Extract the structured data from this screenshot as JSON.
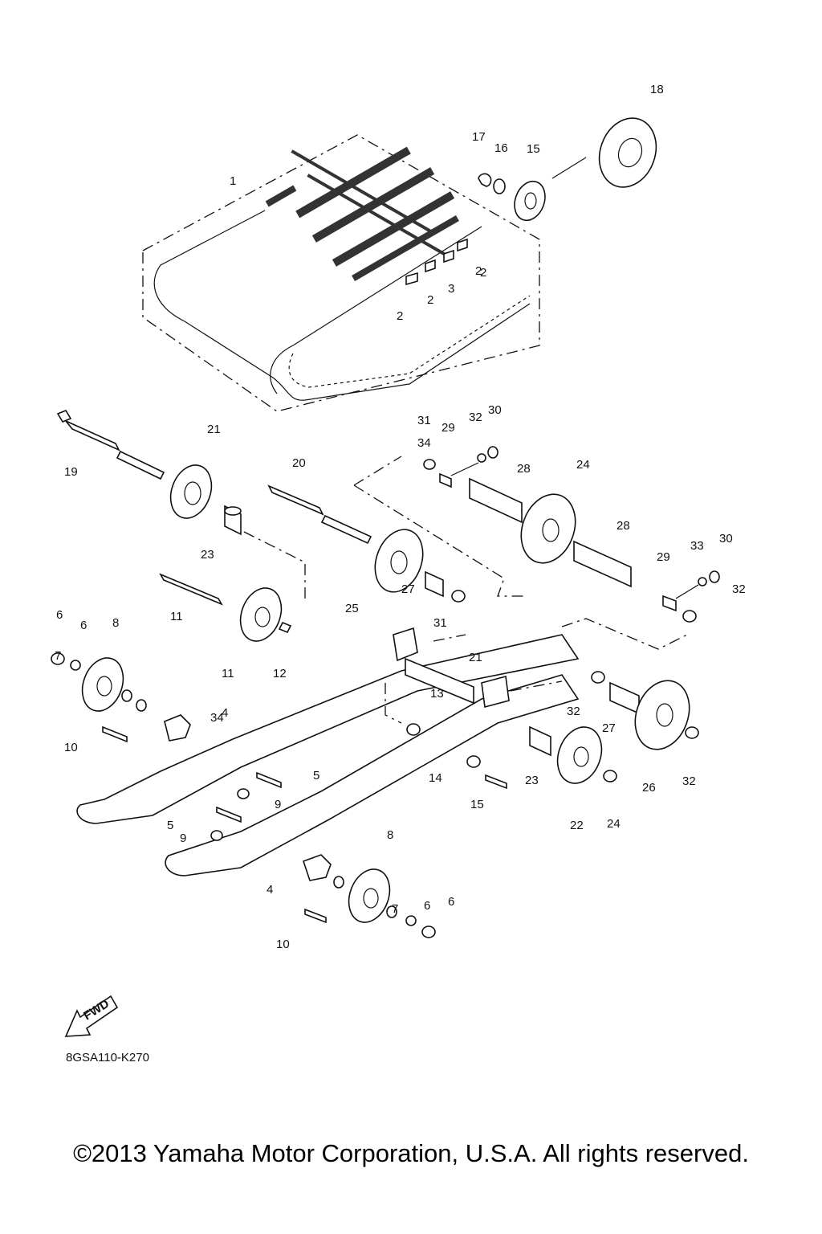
{
  "diagram": {
    "ref_code": "8GSA110-K270",
    "direction_badge": "FWD",
    "copyright": "©2013 Yamaha Motor Corporation, U.S.A. All rights reserved.",
    "callouts": [
      "1",
      "2",
      "2",
      "2",
      "2",
      "3",
      "4",
      "4",
      "5",
      "5",
      "6",
      "6",
      "6",
      "6",
      "7",
      "7",
      "8",
      "8",
      "9",
      "9",
      "10",
      "10",
      "11",
      "11",
      "12",
      "13",
      "14",
      "15",
      "15",
      "16",
      "17",
      "18",
      "19",
      "20",
      "21",
      "21",
      "22",
      "23",
      "23",
      "24",
      "24",
      "25",
      "26",
      "27",
      "27",
      "28",
      "28",
      "29",
      "29",
      "30",
      "30",
      "31",
      "31",
      "32",
      "32",
      "32",
      "32",
      "33",
      "34",
      "34"
    ]
  }
}
